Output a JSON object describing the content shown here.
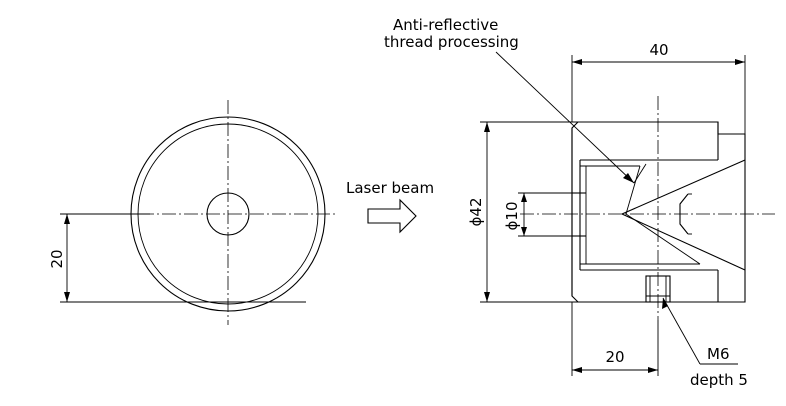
{
  "labels": {
    "anti_reflective_line1": "Anti-reflective",
    "anti_reflective_line2": "thread processing",
    "laser_beam": "Laser beam",
    "thread_size": "M6",
    "thread_depth": "depth 5"
  },
  "dimensions": {
    "front_height": "20",
    "side_width": "40",
    "side_diameter": "ϕ42",
    "bore_diameter": "ϕ10",
    "hole_offset": "20"
  }
}
